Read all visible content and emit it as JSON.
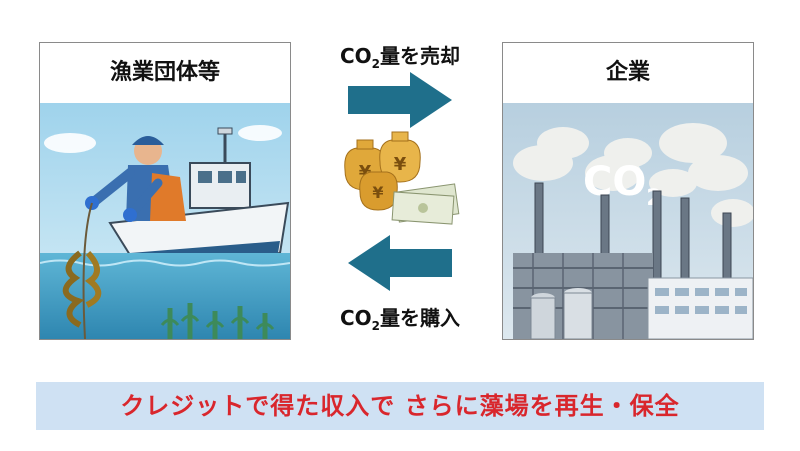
{
  "left_panel": {
    "title": "漁業団体等"
  },
  "right_panel": {
    "title": "企業",
    "co2_text": "CO",
    "co2_sub": "2"
  },
  "sell_flow": {
    "prefix": "CO",
    "sub": "2",
    "suffix": "量を売却"
  },
  "buy_flow": {
    "prefix": "CO",
    "sub": "2",
    "suffix": "量を購入"
  },
  "money": {
    "currency_symbol": "¥"
  },
  "banner": {
    "text": "クレジットで得た収入で さらに藻場を再生・保全"
  },
  "colors": {
    "arrow": "#1f6f8b",
    "banner_bg": "#cfe1f3",
    "banner_text": "#d9262c"
  }
}
